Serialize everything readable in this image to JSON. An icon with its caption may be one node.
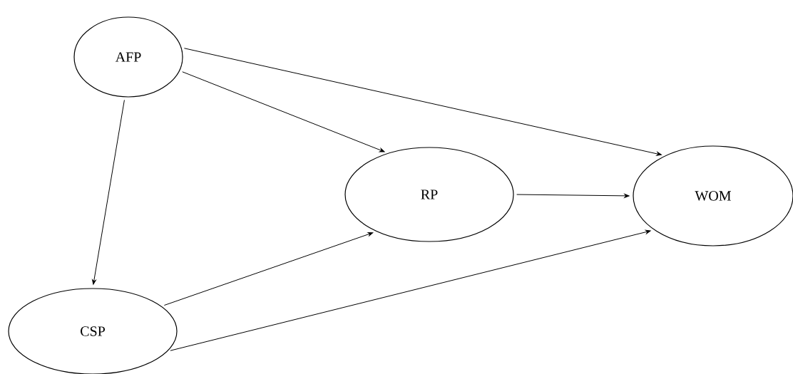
{
  "diagram": {
    "nodes": [
      {
        "text": [
          "AFP"
        ]
      },
      {
        "text": [
          "CSP"
        ]
      },
      {
        "text": [
          "RP"
        ]
      },
      {
        "text": [
          "WOM"
        ]
      }
    ],
    "edges": [
      {
        "from": 0,
        "to": 1,
        "arrow": "to"
      },
      {
        "from": 0,
        "to": 2,
        "arrow": "to"
      },
      {
        "from": 0,
        "to": 3,
        "arrow": "to"
      },
      {
        "from": 2,
        "to": 3,
        "arrow": "to"
      },
      {
        "from": 1,
        "to": 2,
        "arrow": "to"
      },
      {
        "from": 1,
        "to": 3,
        "arrow": "to"
      }
    ]
  }
}
